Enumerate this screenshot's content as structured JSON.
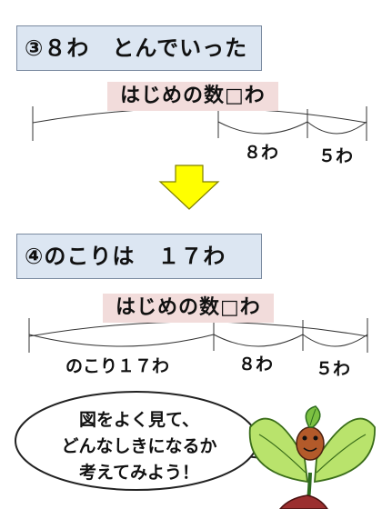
{
  "step3": {
    "title": "③８わ　とんでいった",
    "total_label": "はじめの数□わ",
    "part1": "８わ",
    "part2": "５わ"
  },
  "step4": {
    "title": "④のこりは　１７わ",
    "total_label": "はじめの数□わ",
    "remaining": "のこり１７わ",
    "part1": "８わ",
    "part2": "５わ"
  },
  "bubble": {
    "line1": "図をよく見て、",
    "line2": "どんなしきになるか",
    "line3": "考えてみよう！"
  },
  "colors": {
    "box_fill": "#dce6f2",
    "label_fill": "#f2dcdb",
    "arrow_fill": "#ffff00"
  }
}
